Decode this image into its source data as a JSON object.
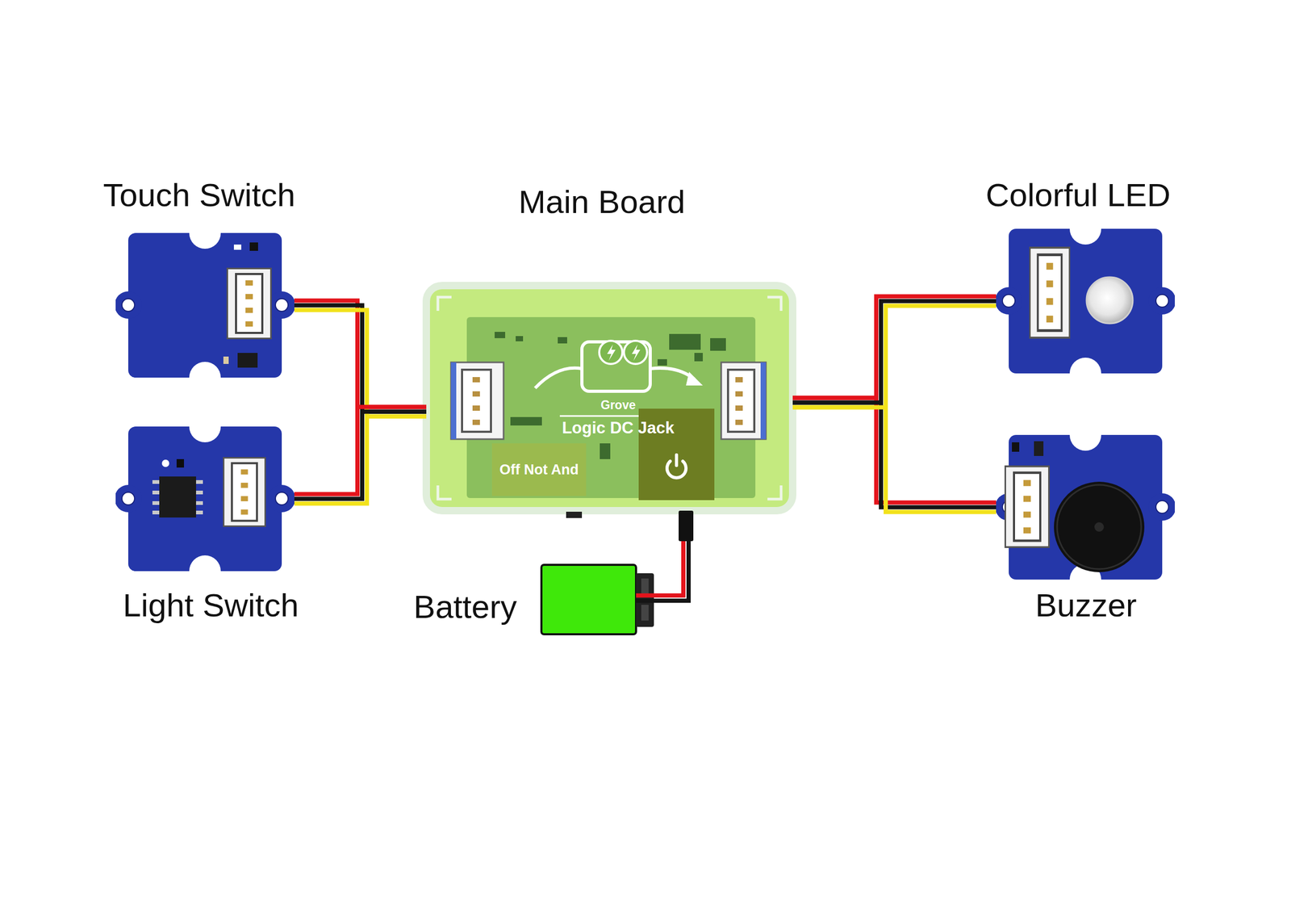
{
  "diagram": {
    "nodes": [
      {
        "text": [
          "Touch Switch"
        ]
      },
      {
        "text": [
          "Light Switch"
        ]
      },
      {
        "text": [
          "Main Board",
          "Grove",
          "Logic DC Jack"
        ]
      },
      {
        "text": [
          "Off Not And"
        ],
        "in": 2
      },
      {
        "text": [
          "Battery"
        ]
      },
      {
        "text": [
          "Colorful LED"
        ]
      },
      {
        "text": [
          "Buzzer"
        ]
      }
    ],
    "edges": [
      {
        "from": 0,
        "to": 2,
        "arrow": "none"
      },
      {
        "from": 1,
        "to": 2,
        "arrow": "none"
      },
      {
        "from": 4,
        "to": 2,
        "arrow": "none"
      },
      {
        "from": 2,
        "to": 5,
        "arrow": "none"
      },
      {
        "from": 2,
        "to": 6,
        "arrow": "none"
      }
    ]
  }
}
